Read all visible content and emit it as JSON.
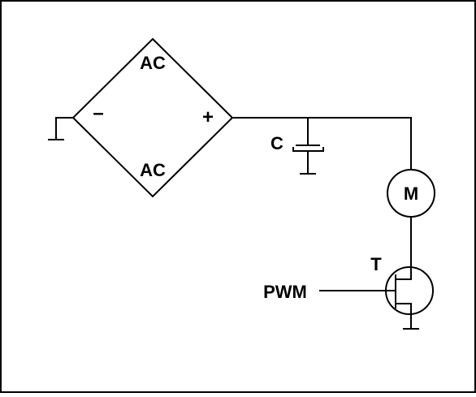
{
  "diagram": {
    "bridge": {
      "ac_top": "AC",
      "ac_bottom": "AC",
      "minus": "–",
      "plus": "+"
    },
    "capacitor": {
      "label": "C"
    },
    "motor": {
      "label": "M"
    },
    "transistor": {
      "label": "T"
    },
    "pwm": {
      "label": "PWM"
    }
  },
  "colors": {
    "background": "#ffffff",
    "stroke": "#000000"
  }
}
